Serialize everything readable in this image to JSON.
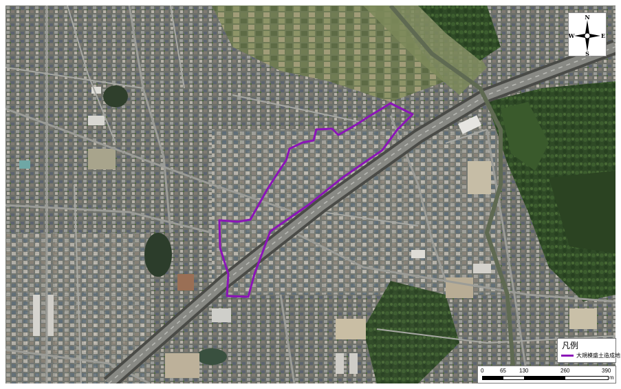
{
  "map": {
    "boundary_color": "#8b14b8"
  },
  "compass": {
    "north": "N",
    "south": "S",
    "east": "E",
    "west": "W"
  },
  "legend": {
    "title": "凡例",
    "entries": [
      {
        "label": "大規模盛土造成地",
        "color": "#8b14b8"
      }
    ]
  },
  "scale": {
    "ticks": [
      "0",
      "65",
      "130",
      "260",
      "390"
    ],
    "unit": "m"
  }
}
